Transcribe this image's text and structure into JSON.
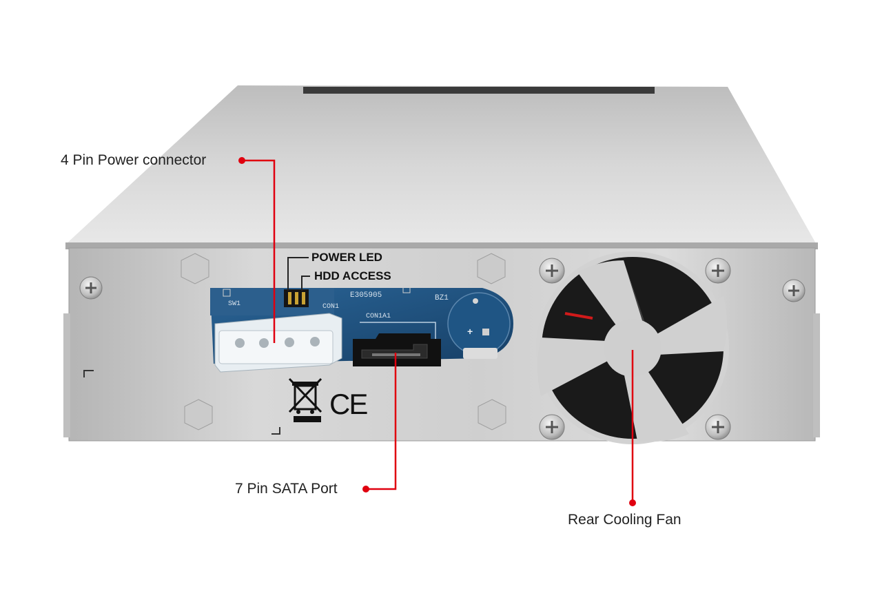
{
  "callouts": {
    "power_connector": "4 Pin Power connector",
    "sata_port": "7 Pin SATA Port",
    "cooling_fan": "Rear Cooling Fan"
  },
  "panel_labels": {
    "power_led": "POWER LED",
    "hdd_access": "HDD ACCESS"
  },
  "pcb_labels": {
    "sw1": "SW1",
    "con1": "CON1",
    "con1a1": "CON1A1",
    "bz1": "BZ1",
    "cert": "E305905",
    "plus": "+"
  },
  "marks": {
    "ce": "CE"
  },
  "colors": {
    "callout_line": "#e0000f",
    "pcb": "#1d4f7d",
    "chassis": "#c9c9c9"
  }
}
